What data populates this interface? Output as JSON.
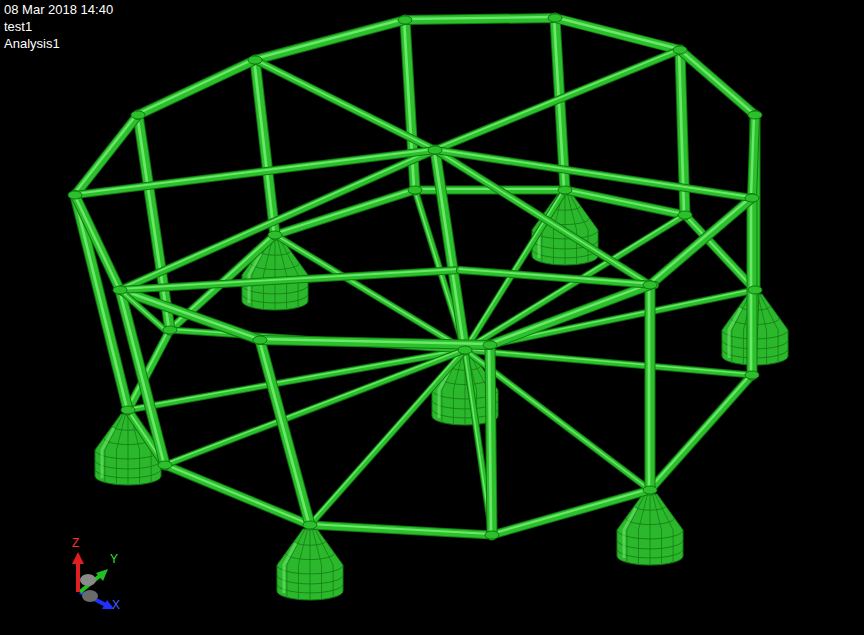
{
  "diagram": {
    "labels": [
      "08 Mar 2018 14:40",
      "test1",
      "Analysis1",
      "Z",
      "Y",
      "X"
    ]
  }
}
